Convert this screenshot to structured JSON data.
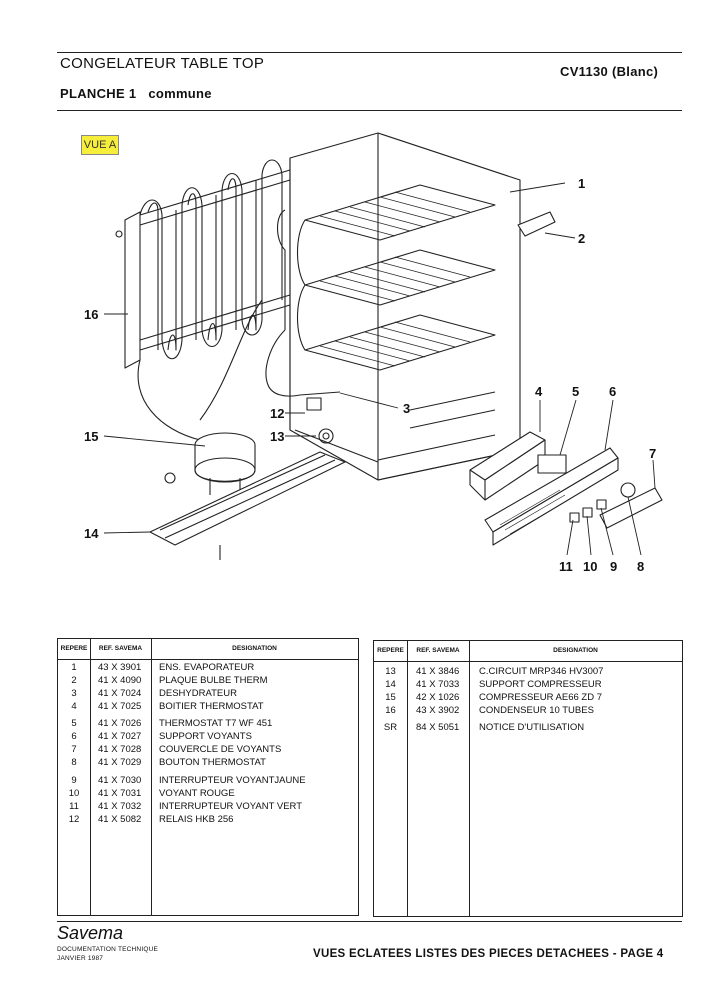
{
  "header": {
    "product": "CONGELATEUR TABLE TOP",
    "model": "CV1130 (Blanc)",
    "plate": "PLANCHE 1",
    "plate_sub": "commune"
  },
  "view_label": "VUE A",
  "callouts": [
    "1",
    "2",
    "3",
    "4",
    "5",
    "6",
    "7",
    "8",
    "9",
    "10",
    "11",
    "12",
    "13",
    "14",
    "15",
    "16"
  ],
  "table_headers": {
    "repere": "REPERE",
    "ref": "REF. SAVEMA",
    "designation": "DESIGNATION"
  },
  "parts_left": [
    {
      "repere": "1",
      "ref": "43 X 3901",
      "designation": "ENS. EVAPORATEUR"
    },
    {
      "repere": "2",
      "ref": "41 X 4090",
      "designation": "PLAQUE BULBE THERM"
    },
    {
      "repere": "3",
      "ref": "41 X 7024",
      "designation": "DESHYDRATEUR"
    },
    {
      "repere": "4",
      "ref": "41 X 7025",
      "designation": "BOITIER THERMOSTAT"
    },
    {
      "repere": "5",
      "ref": "41 X 7026",
      "designation": "THERMOSTAT T7 WF 451"
    },
    {
      "repere": "6",
      "ref": "41 X 7027",
      "designation": "SUPPORT VOYANTS"
    },
    {
      "repere": "7",
      "ref": "41 X 7028",
      "designation": "COUVERCLE DE VOYANTS"
    },
    {
      "repere": "8",
      "ref": "41 X 7029",
      "designation": "BOUTON THERMOSTAT"
    },
    {
      "repere": "9",
      "ref": "41 X 7030",
      "designation": "INTERRUPTEUR VOYANTJAUNE"
    },
    {
      "repere": "10",
      "ref": "41 X 7031",
      "designation": "VOYANT ROUGE"
    },
    {
      "repere": "11",
      "ref": "41 X 7032",
      "designation": "INTERRUPTEUR VOYANT VERT"
    },
    {
      "repere": "12",
      "ref": "41 X 5082",
      "designation": "RELAIS HKB 256"
    }
  ],
  "parts_right": [
    {
      "repere": "13",
      "ref": "41 X 3846",
      "designation": "C.CIRCUIT MRP346 HV3007"
    },
    {
      "repere": "14",
      "ref": "41 X 7033",
      "designation": "SUPPORT COMPRESSEUR"
    },
    {
      "repere": "15",
      "ref": "42 X 1026",
      "designation": "COMPRESSEUR AE66 ZD 7"
    },
    {
      "repere": "16",
      "ref": "43 X 3902",
      "designation": "CONDENSEUR 10 TUBES"
    },
    {
      "repere": "SR",
      "ref": "84 X 5051",
      "designation": "NOTICE D'UTILISATION"
    }
  ],
  "footer": {
    "brand": "Savema",
    "doc": "DOCUMENTATION TECHNIQUE",
    "date": "JANVIER 1987",
    "page_title": "VUES ECLATEES LISTES DES PIECES DETACHEES - PAGE 4"
  }
}
